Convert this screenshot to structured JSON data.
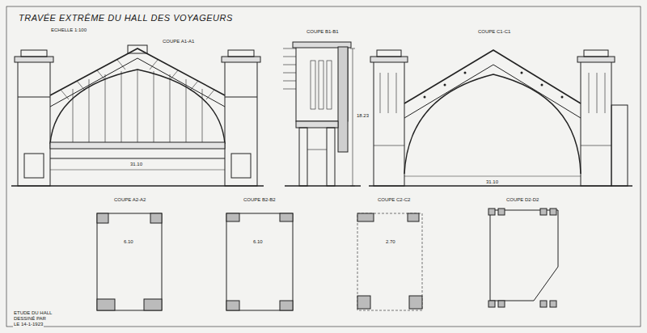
{
  "diagram": {
    "title": "TRAVÉE EXTRÊME DU HALL DES VOYAGEURS",
    "labels": [
      "ECHELLE 1:100",
      "COUPE A1-A1",
      "COUPE B1-B1",
      "COUPE C1-C1",
      "COUPE A2-A2",
      "COUPE B2-B2",
      "COUPE C2-C2",
      "COUPE D2-D2",
      "31.10",
      "31.10",
      "18.23",
      "6.10",
      "6.10",
      "2.70",
      "ETUDE DU HALL",
      "DESSINÉ PAR",
      "LE 14-1-1923"
    ]
  }
}
